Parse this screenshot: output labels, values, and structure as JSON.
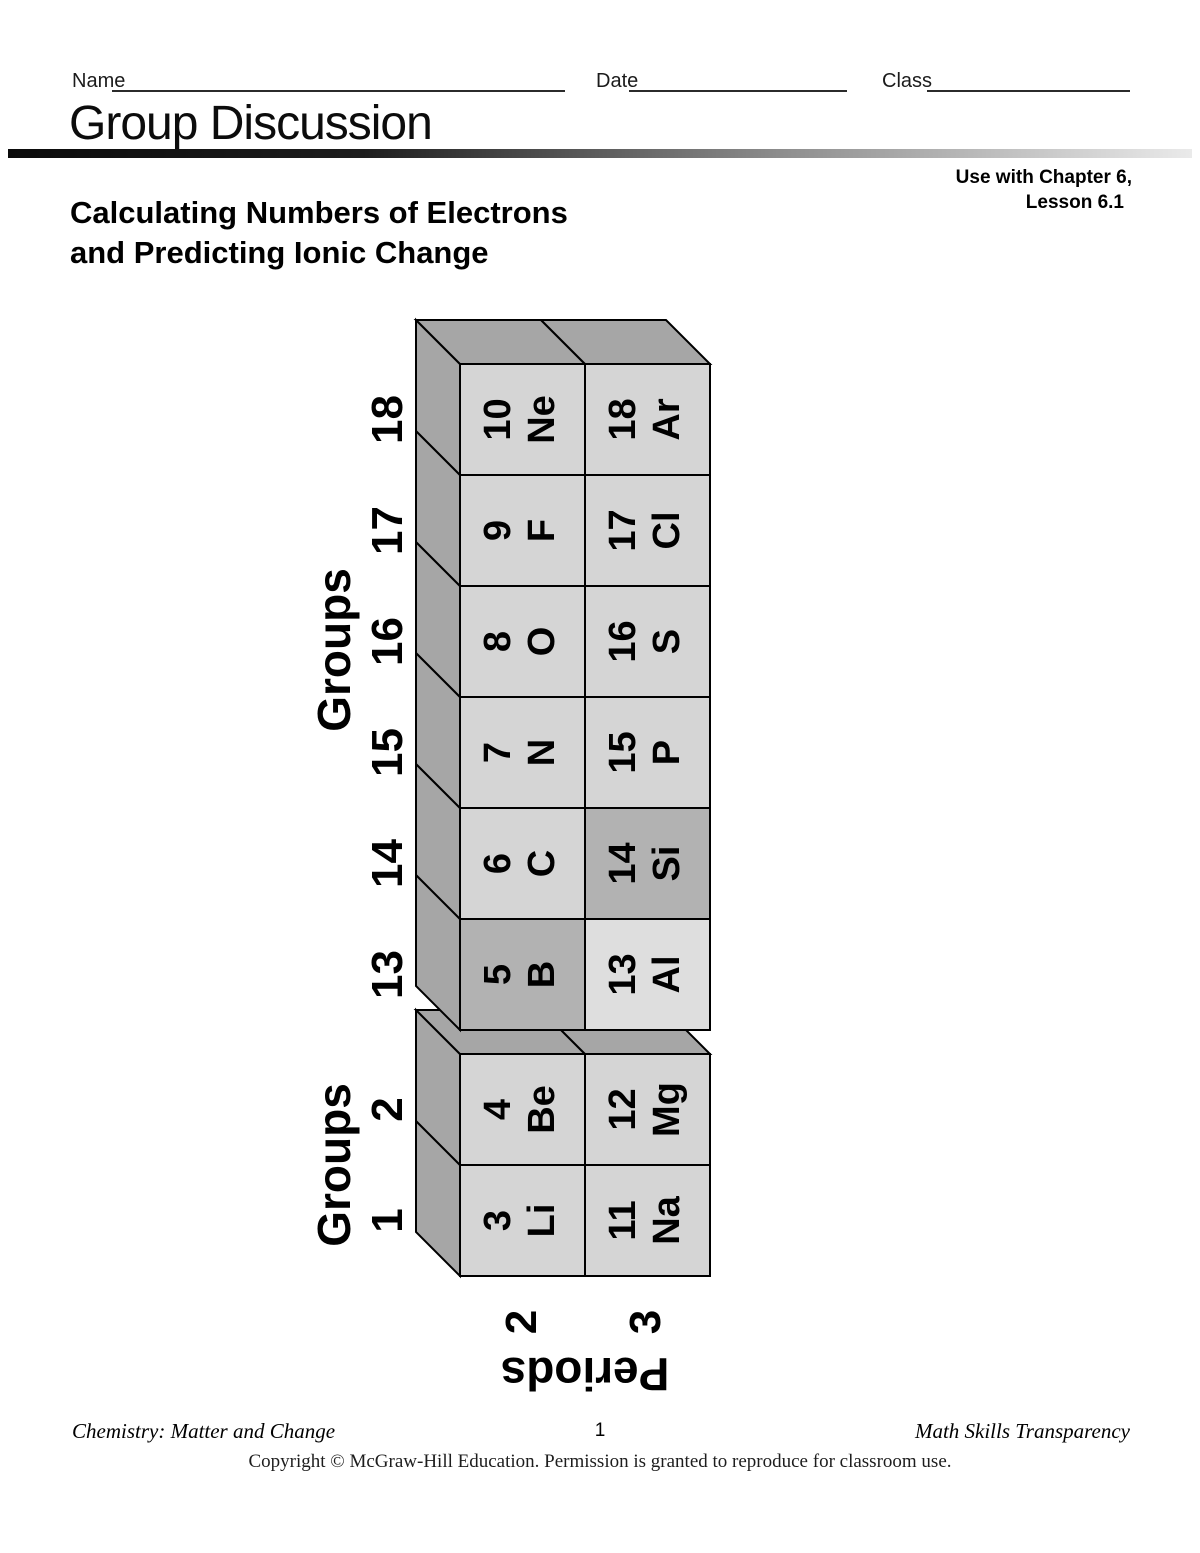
{
  "header": {
    "name_label": "Name",
    "date_label": "Date",
    "class_label": "Class",
    "worksheet_type": "Group Discussion",
    "usage_note_line1": "Use with Chapter 6,",
    "usage_note_line2": "Lesson 6.1",
    "title_line1": "Calculating Numbers of Electrons",
    "title_line2": "and Predicting Ionic Change"
  },
  "figure": {
    "groups_label_main": "Groups",
    "groups_label_alkali": "Groups",
    "periods_label": "Periods",
    "group_numbers": [
      "1",
      "2",
      "13",
      "14",
      "15",
      "16",
      "17",
      "18"
    ],
    "period_numbers": [
      "2",
      "3"
    ],
    "elements": {
      "period2": [
        {
          "number": "3",
          "symbol": "Li"
        },
        {
          "number": "4",
          "symbol": "Be"
        },
        {
          "number": "5",
          "symbol": "B"
        },
        {
          "number": "6",
          "symbol": "C"
        },
        {
          "number": "7",
          "symbol": "N"
        },
        {
          "number": "8",
          "symbol": "O"
        },
        {
          "number": "9",
          "symbol": "F"
        },
        {
          "number": "10",
          "symbol": "Ne"
        }
      ],
      "period3": [
        {
          "number": "11",
          "symbol": "Na"
        },
        {
          "number": "12",
          "symbol": "Mg"
        },
        {
          "number": "13",
          "symbol": "Al"
        },
        {
          "number": "14",
          "symbol": "Si"
        },
        {
          "number": "15",
          "symbol": "P"
        },
        {
          "number": "16",
          "symbol": "S"
        },
        {
          "number": "17",
          "symbol": "Cl"
        },
        {
          "number": "18",
          "symbol": "Ar"
        }
      ]
    },
    "colors": {
      "cell": "#d5d5d5",
      "metalloid_cell": "#b2b2b2",
      "aluminum_cell": "#dedede",
      "depth_face": "#a6a6a6",
      "border": "#000000"
    }
  },
  "footer": {
    "book_title": "Chemistry: Matter and Change",
    "page_number": "1",
    "series_title": "Math Skills Transparency",
    "copyright": "Copyright © McGraw-Hill Education. Permission is granted to reproduce for classroom use."
  }
}
